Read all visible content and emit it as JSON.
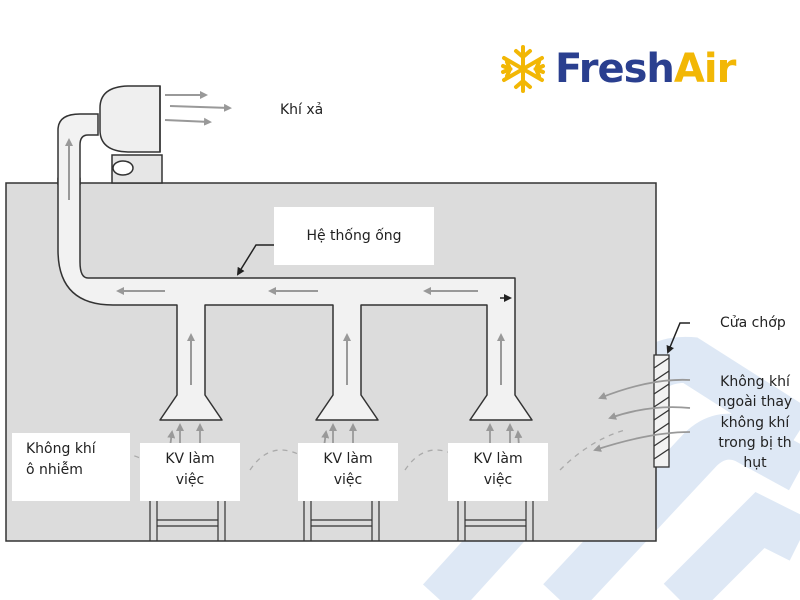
{
  "logo": {
    "part1": "Fresh",
    "part2": "Air",
    "icon": "snowflake-icon",
    "colors": {
      "part1": "#2a3f8f",
      "part2": "#f2b705",
      "icon": "#f2b705"
    }
  },
  "labels": {
    "exhaust": "Khí xả",
    "ducts": "Hệ thống ống",
    "louver": "Cửa chớp",
    "polluted_line1": "Không khí",
    "polluted_line2": "ô nhiễm",
    "work_area_line1": "KV làm",
    "work_area_line2": "việc",
    "makeup_line1": "Không khí",
    "makeup_line2": "ngoài thay",
    "makeup_line3": "không khí",
    "makeup_line4": "trong bị th",
    "makeup_line5": "hụt"
  },
  "colors": {
    "building": "#dcdcdc",
    "duct": "#f2f2f2",
    "outline": "#333333",
    "arrow": "#999999",
    "watermark": "#dbe6f4"
  }
}
